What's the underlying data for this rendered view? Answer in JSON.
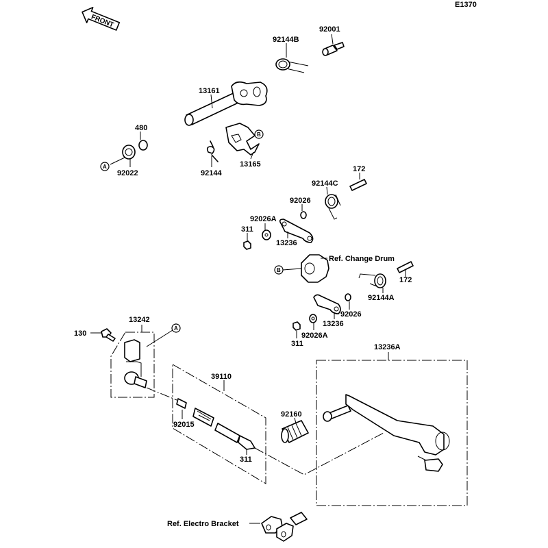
{
  "diagram": {
    "drawing_code": "E1370",
    "front_arrow_label": "FRONT",
    "reference_markers": [
      "A",
      "B"
    ],
    "parts": [
      {
        "id": "92144B",
        "desc": "spring"
      },
      {
        "id": "92001",
        "desc": "bolt"
      },
      {
        "id": "13161",
        "desc": "shift shaft"
      },
      {
        "id": "480",
        "desc": "circlip"
      },
      {
        "id": "92022",
        "desc": "washer"
      },
      {
        "id": "13165",
        "desc": "plate"
      },
      {
        "id": "92144",
        "desc": "spring"
      },
      {
        "id": "172",
        "desc": "stud"
      },
      {
        "id": "92144C",
        "desc": "spring"
      },
      {
        "id": "92026",
        "desc": "collar"
      },
      {
        "id": "92026A",
        "desc": "washer"
      },
      {
        "id": "311",
        "desc": "nut"
      },
      {
        "id": "13236",
        "desc": "lever"
      },
      {
        "id": "92144A",
        "desc": "spring"
      },
      {
        "id": "130",
        "desc": "bolt"
      },
      {
        "id": "13242",
        "desc": "lever assy"
      },
      {
        "id": "39110",
        "desc": "tie rod"
      },
      {
        "id": "92015",
        "desc": "nut"
      },
      {
        "id": "92160",
        "desc": "rubber"
      },
      {
        "id": "13236A",
        "desc": "shift pedal"
      }
    ],
    "labels": {
      "l92144B": "92144B",
      "l92001": "92001",
      "l13161": "13161",
      "l480": "480",
      "l92022": "92022",
      "l13165": "13165",
      "l92144": "92144",
      "l172a": "172",
      "l92144C": "92144C",
      "l92026a": "92026",
      "l92026Aa": "92026A",
      "l311a": "311",
      "l13236a": "13236",
      "l172b": "172",
      "l92144A": "92144A",
      "l92026b": "92026",
      "l13236b": "13236",
      "l92026Ab": "92026A",
      "l311b": "311",
      "l130": "130",
      "l13242": "13242",
      "l39110": "39110",
      "l92015": "92015",
      "l311c": "311",
      "l92160": "92160",
      "l13236A": "13236A"
    },
    "references": {
      "change_drum": "Ref. Change Drum",
      "electro_bracket": "Ref. Electro Bracket"
    }
  }
}
